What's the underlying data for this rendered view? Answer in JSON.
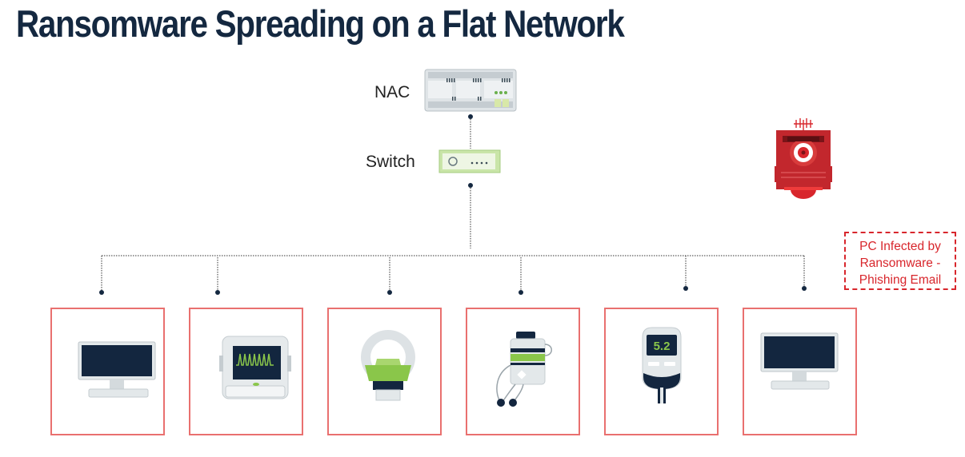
{
  "title": "Ransomware Spreading on a Flat Network",
  "labels": {
    "nac": "NAC",
    "switch": "Switch"
  },
  "callout": {
    "line1": "PC Infected by",
    "line2": "Ransomware -",
    "line3": "Phishing Email"
  },
  "glucose_reading": "5.2",
  "colors": {
    "title": "#142840",
    "box_border": "#e9706f",
    "alert": "#d8262c",
    "screen": "#13263f",
    "accent_green": "#8ac64a",
    "device_gray": "#e6eaec"
  },
  "endpoints": [
    {
      "icon": "monitor-icon"
    },
    {
      "icon": "patient-monitor-icon"
    },
    {
      "icon": "mri-scanner-icon"
    },
    {
      "icon": "ecg-recorder-icon"
    },
    {
      "icon": "glucose-meter-icon"
    },
    {
      "icon": "monitor-icon"
    }
  ]
}
